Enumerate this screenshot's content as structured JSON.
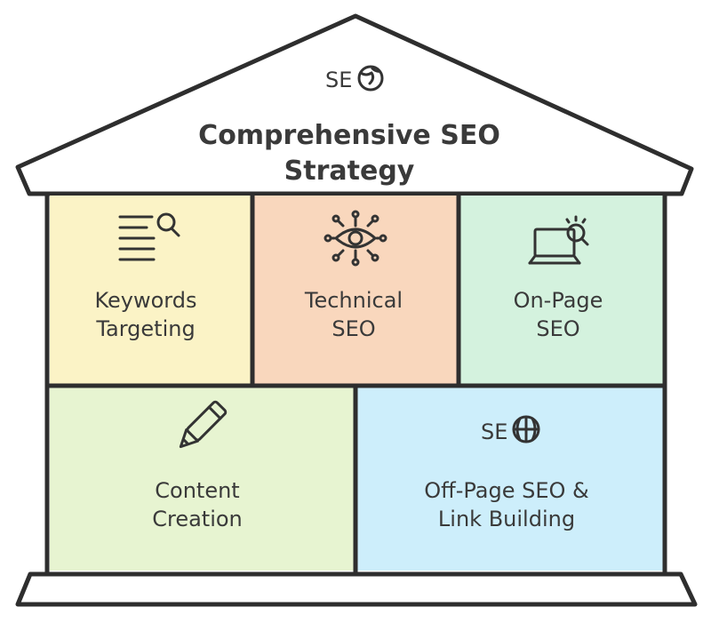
{
  "roof": {
    "logo_text": "SE",
    "title_line1": "Comprehensive SEO",
    "title_line2": "Strategy"
  },
  "pillars": [
    {
      "line1": "Keywords",
      "line2": "Targeting",
      "color": "#fbf3c6",
      "icon": "keyword-search-icon"
    },
    {
      "line1": "Technical",
      "line2": "SEO",
      "color": "#f9d7bd",
      "icon": "eye-network-icon"
    },
    {
      "line1": "On-Page",
      "line2": "SEO",
      "color": "#d4f2de",
      "icon": "laptop-search-icon"
    },
    {
      "line1": "Content",
      "line2": "Creation",
      "color": "#e7f4d1",
      "icon": "pen-icon"
    },
    {
      "line1": "Off-Page SEO &",
      "line2": "Link Building",
      "color": "#cdeefb",
      "icon": "seo-globe-icon"
    }
  ],
  "globe_logo_text": "SE",
  "colors": {
    "roof": "#e4e4e4",
    "base": "#e4e4e4",
    "ink": "#2e2e2e"
  }
}
